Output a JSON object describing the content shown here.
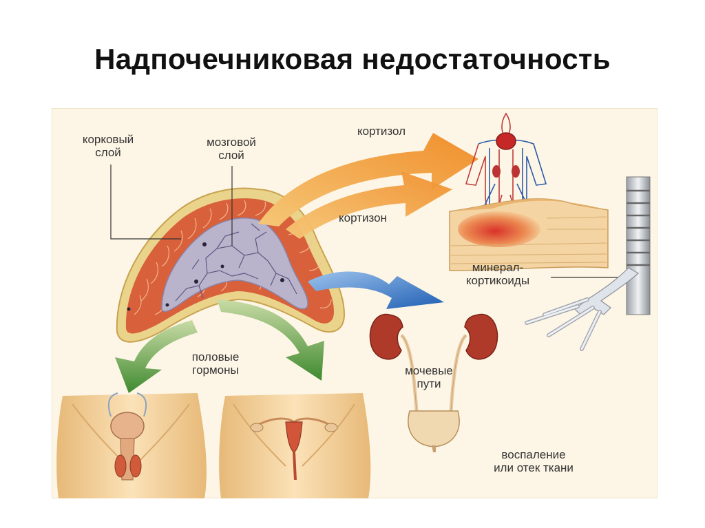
{
  "slide": {
    "title": "Надпочечниковая недостаточность"
  },
  "diagram": {
    "labels": {
      "cortex_line1": "корковый",
      "cortex_line2": "слой",
      "medulla_line1": "мозговой",
      "medulla_line2": "слой",
      "cortisol": "кортизол",
      "cortisone": "кортизон",
      "mineral_line1": "минерал-",
      "mineral_line2": "кортикоиды",
      "sex_line1": "половые",
      "sex_line2": "гормоны",
      "urinary_line1": "мочевые",
      "urinary_line2": "пути",
      "inflam_line1": "воспаление",
      "inflam_line2": "или отек ткани"
    },
    "colors": {
      "cortex": "#d9653a",
      "medulla": "#b8b4cc",
      "capsule": "#e9d58a",
      "orange_arrow": "#f2a64a",
      "blue_arrow": "#3a78c8",
      "green_arrow": "#6aa84f",
      "skin": "#f0cf98",
      "kidney": "#b03a2a"
    }
  }
}
